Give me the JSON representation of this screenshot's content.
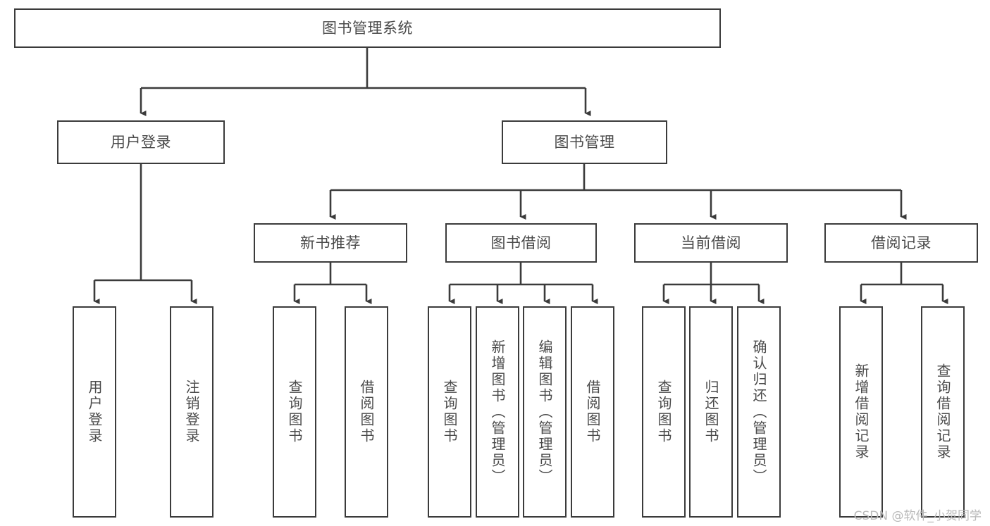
{
  "diagram": {
    "title": "图书管理系统",
    "type": "tree",
    "style": {
      "line_color": "#3b3b3b",
      "box_fill": "#ffffff",
      "box_border": "#3b3b3b",
      "text_color": "#4a4a4a",
      "watermark_color": "#b9b9b9"
    },
    "root": {
      "label": "图书管理系统"
    },
    "level2": [
      {
        "label": "用户登录"
      },
      {
        "label": "图书管理"
      }
    ],
    "level3": [
      {
        "label": "新书推荐"
      },
      {
        "label": "图书借阅"
      },
      {
        "label": "当前借阅"
      },
      {
        "label": "借阅记录"
      }
    ],
    "leaves": {
      "user_login": [
        {
          "label": "用户登录"
        },
        {
          "label": "注销登录"
        }
      ],
      "new_book_recommend": [
        {
          "label": "查询图书"
        },
        {
          "label": "借阅图书"
        }
      ],
      "book_borrow": [
        {
          "label": "查询图书"
        },
        {
          "label": "新增图书（管理员）"
        },
        {
          "label": "编辑图书（管理员）"
        },
        {
          "label": "借阅图书"
        }
      ],
      "current_borrow": [
        {
          "label": "查询图书"
        },
        {
          "label": "归还图书"
        },
        {
          "label": "确认归还（管理员）"
        }
      ],
      "borrow_record": [
        {
          "label": "新增借阅记录"
        },
        {
          "label": "查询借阅记录"
        }
      ]
    }
  },
  "watermark": {
    "text": "CSDN @软件_小贺同学"
  }
}
